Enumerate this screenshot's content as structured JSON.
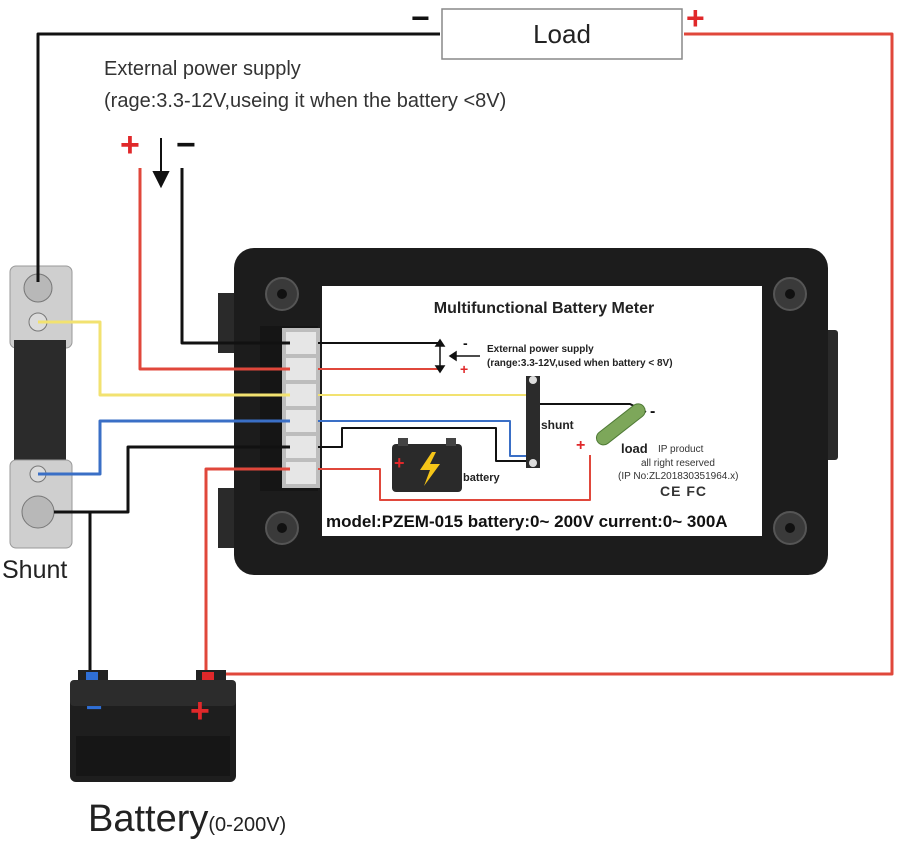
{
  "load": {
    "label": "Load",
    "minus": "−",
    "plus": "+"
  },
  "external_supply": {
    "title": "External power supply",
    "range": "(rage:3.3-12V,useing it when the battery <8V)",
    "plus": "+",
    "minus": "−"
  },
  "meter": {
    "title": "Multifunctional Battery Meter",
    "ext_title": "External power supply",
    "ext_range": "(range:3.3-12V,used when battery < 8V)",
    "ext_minus": "-",
    "ext_plus": "+",
    "shunt": "shunt",
    "load": "load",
    "load_minus": "-",
    "load_plus": "+",
    "battery": "battery",
    "battery_plus": "+",
    "ip_product": "IP product",
    "rights": "all right reserved",
    "ip_no": "(IP No:ZL201830351964.x)",
    "cert": "CE FC",
    "model": "model:PZEM-015 battery:0~ 200V current:0~ 300A"
  },
  "shunt": {
    "label": "Shunt"
  },
  "battery": {
    "label": "Battery",
    "range": "(0-200V)",
    "minus": "−",
    "plus": "+"
  },
  "colors": {
    "wire_black": "#111111",
    "wire_red": "#e0473b",
    "wire_yellow": "#f2e270",
    "wire_blue": "#3a6fc6",
    "meter_body": "#1c1c1c",
    "plus_red": "#e0282a",
    "minus_blue": "#2f6fd6"
  }
}
